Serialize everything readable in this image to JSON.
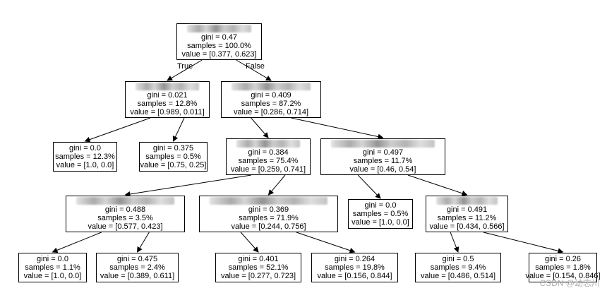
{
  "nodes": [
    {
      "lines": [
        "gini = 0.47",
        "samples = 100.0%",
        "value = [0.377, 0.623]"
      ]
    },
    {
      "lines": [
        "gini = 0.021",
        "samples = 12.8%",
        "value = [0.989, 0.011]"
      ]
    },
    {
      "lines": [
        "gini = 0.409",
        "samples = 87.2%",
        "value = [0.286, 0.714]"
      ]
    },
    {
      "lines": [
        "gini = 0.0",
        "samples = 12.3%",
        "value = [1.0, 0.0]"
      ]
    },
    {
      "lines": [
        "gini = 0.375",
        "samples = 0.5%",
        "value = [0.75, 0.25]"
      ]
    },
    {
      "lines": [
        "gini = 0.384",
        "samples = 75.4%",
        "value = [0.259, 0.741]"
      ]
    },
    {
      "lines": [
        "gini = 0.497",
        "samples = 11.7%",
        "value = [0.46, 0.54]"
      ]
    },
    {
      "lines": [
        "gini = 0.488",
        "samples = 3.5%",
        "value = [0.577, 0.423]"
      ]
    },
    {
      "lines": [
        "gini = 0.369",
        "samples = 71.9%",
        "value = [0.244, 0.756]"
      ]
    },
    {
      "lines": [
        "gini = 0.0",
        "samples = 0.5%",
        "value = [1.0, 0.0]"
      ]
    },
    {
      "lines": [
        "gini = 0.491",
        "samples = 11.2%",
        "value = [0.434, 0.566]"
      ]
    },
    {
      "lines": [
        "gini = 0.0",
        "samples = 1.1%",
        "value = [1.0, 0.0]"
      ]
    },
    {
      "lines": [
        "gini = 0.475",
        "samples = 2.4%",
        "value = [0.389, 0.611]"
      ]
    },
    {
      "lines": [
        "gini = 0.401",
        "samples = 52.1%",
        "value = [0.277, 0.723]"
      ]
    },
    {
      "lines": [
        "gini = 0.264",
        "samples = 19.8%",
        "value = [0.156, 0.844]"
      ]
    },
    {
      "lines": [
        "gini = 0.5",
        "samples = 9.4%",
        "value = [0.486, 0.514]"
      ]
    },
    {
      "lines": [
        "gini = 0.26",
        "samples = 1.8%",
        "value = [0.154, 0.846]"
      ]
    }
  ],
  "edge_labels": {
    "true": "True",
    "false": "False"
  },
  "watermark": "CSDN @幼志川"
}
